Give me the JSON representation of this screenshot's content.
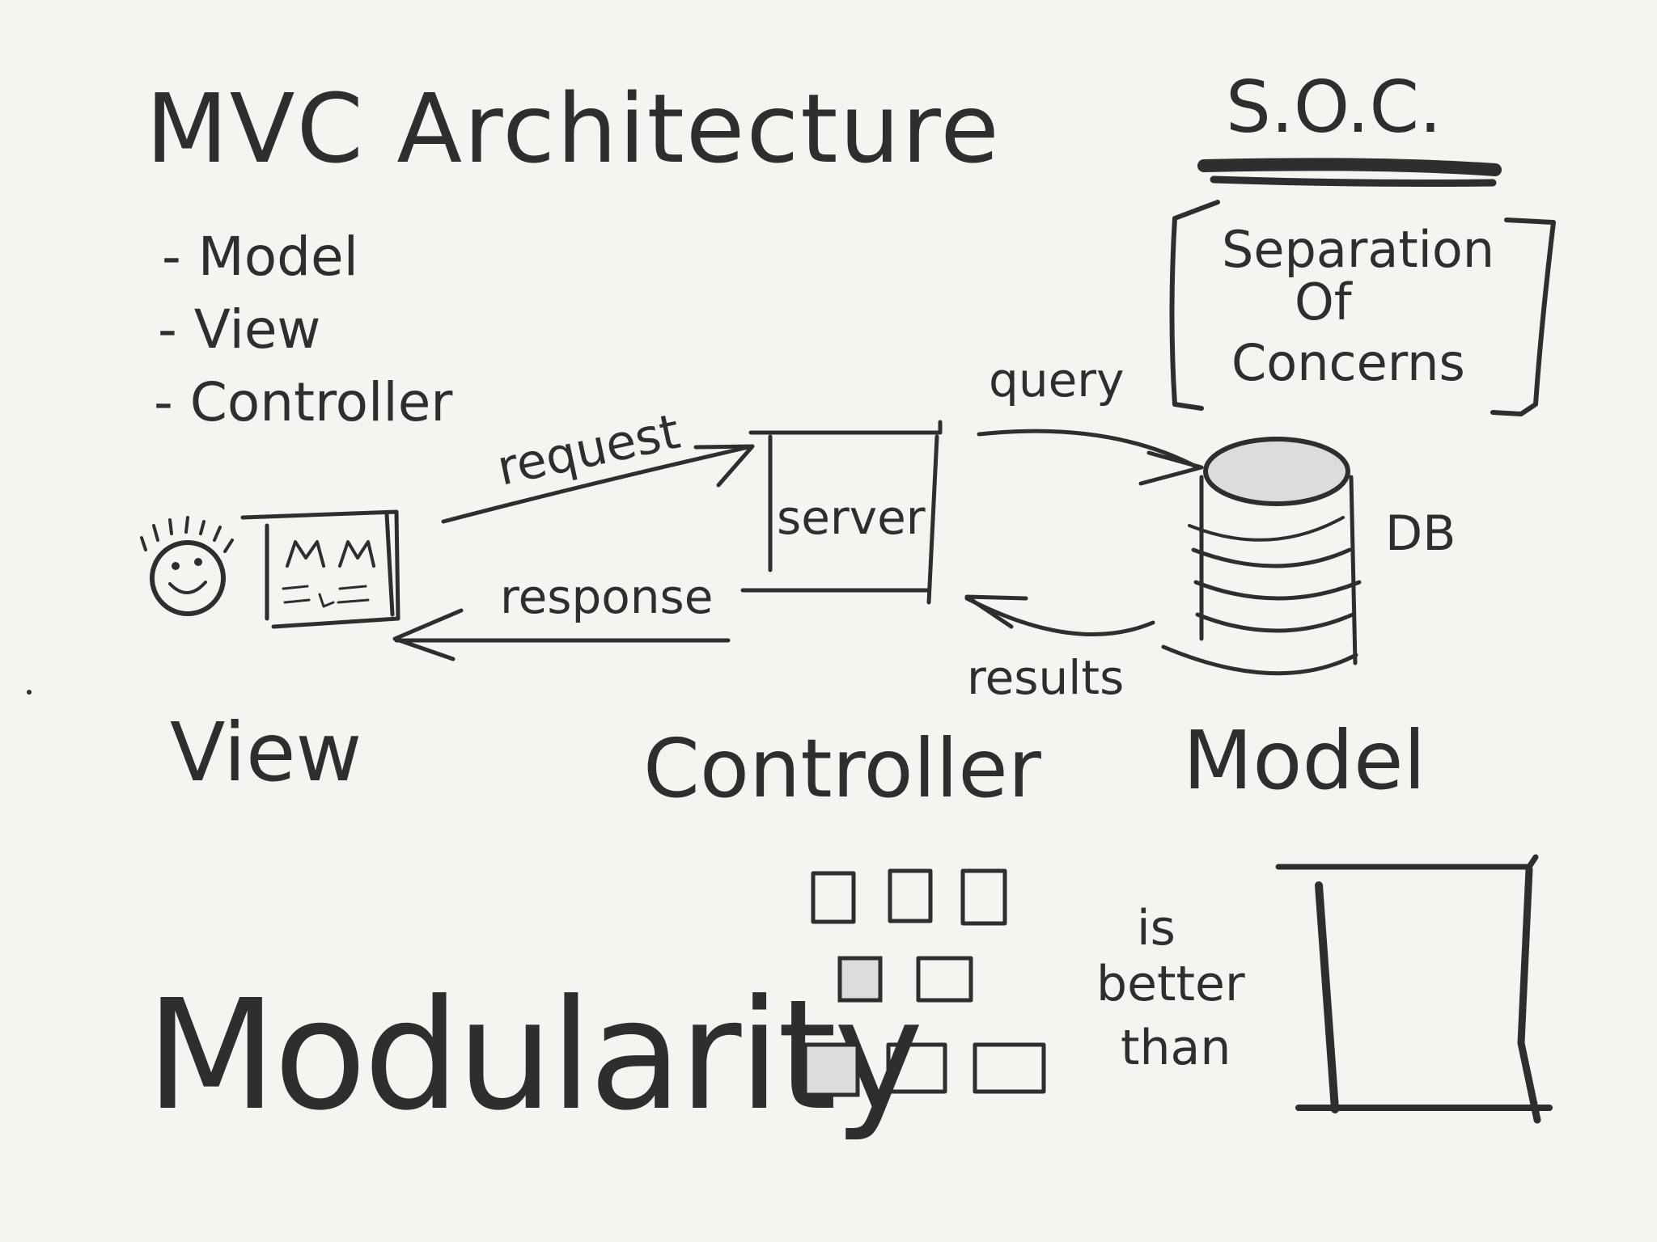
{
  "title": "MVC Architecture",
  "list": {
    "items": [
      "- Model",
      "- View",
      "- Controller"
    ]
  },
  "soc": {
    "acronym": "S.O.C.",
    "line1": "Separation",
    "line2": "Of",
    "line3": "Concerns"
  },
  "flow": {
    "request": "request",
    "response": "response",
    "server": "server",
    "query": "query",
    "results": "results",
    "db": "DB"
  },
  "columns": {
    "view": "View",
    "controller": "Controller",
    "model": "Model"
  },
  "modularity": {
    "word": "Modularity",
    "comparison_line1": "is",
    "comparison_line2": "better",
    "comparison_line3": "than"
  },
  "colors": {
    "ink": "#2e2e2e",
    "paper": "#f5f4f0",
    "fill_gray": "#dcdcda"
  }
}
